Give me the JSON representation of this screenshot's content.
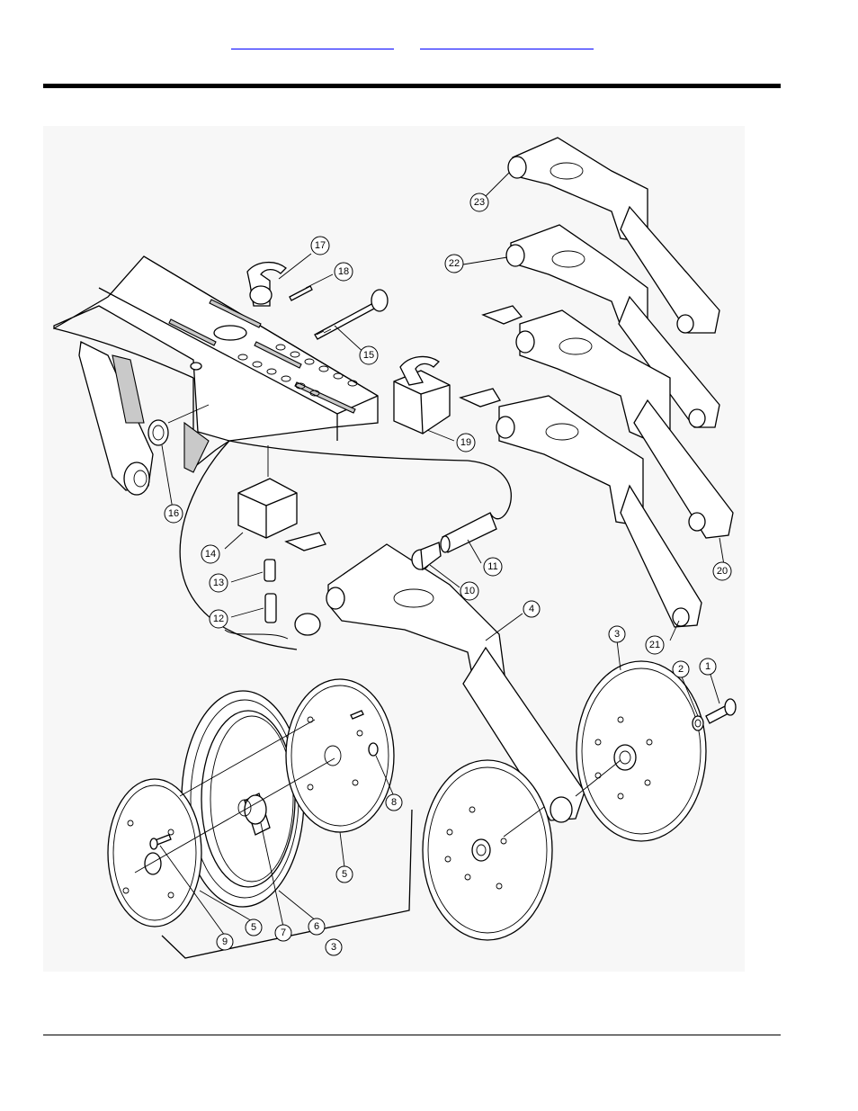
{
  "header": {
    "links": [
      {
        "label": ""
      },
      {
        "label": ""
      }
    ]
  },
  "diagram": {
    "callouts": [
      {
        "id": "c1",
        "label": "1"
      },
      {
        "id": "c2",
        "label": "2"
      },
      {
        "id": "c3a",
        "label": "3"
      },
      {
        "id": "c3b",
        "label": "3"
      },
      {
        "id": "c4",
        "label": "4"
      },
      {
        "id": "c5a",
        "label": "5"
      },
      {
        "id": "c5b",
        "label": "5"
      },
      {
        "id": "c6",
        "label": "6"
      },
      {
        "id": "c7",
        "label": "7"
      },
      {
        "id": "c8",
        "label": "8"
      },
      {
        "id": "c9",
        "label": "9"
      },
      {
        "id": "c10",
        "label": "10"
      },
      {
        "id": "c11",
        "label": "11"
      },
      {
        "id": "c12",
        "label": "12"
      },
      {
        "id": "c13",
        "label": "13"
      },
      {
        "id": "c14",
        "label": "14"
      },
      {
        "id": "c15",
        "label": "15"
      },
      {
        "id": "c16",
        "label": "16"
      },
      {
        "id": "c17",
        "label": "17"
      },
      {
        "id": "c18",
        "label": "18"
      },
      {
        "id": "c19",
        "label": "19"
      },
      {
        "id": "c20",
        "label": "20"
      },
      {
        "id": "c21",
        "label": "21"
      },
      {
        "id": "c22",
        "label": "22"
      },
      {
        "id": "c23",
        "label": "23"
      }
    ]
  }
}
